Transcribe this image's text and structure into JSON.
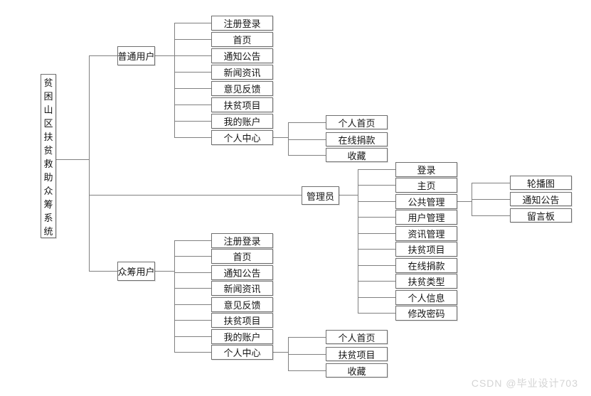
{
  "diagram": {
    "root": {
      "label": "贫困山区扶贫救助众筹系统"
    },
    "normal_user": {
      "label": "普通用户",
      "children": [
        "注册登录",
        "首页",
        "通知公告",
        "新闻资讯",
        "意见反馈",
        "扶贫项目",
        "我的账户",
        "个人中心"
      ],
      "personal_center": [
        "个人首页",
        "在线捐款",
        "收藏"
      ]
    },
    "admin": {
      "label": "管理员",
      "children": [
        "登录",
        "主页",
        "公共管理",
        "用户管理",
        "资讯管理",
        "扶贫项目",
        "在线捐款",
        "扶贫类型",
        "个人信息",
        "修改密码"
      ],
      "public_management": [
        "轮播图",
        "通知公告",
        "留言板"
      ]
    },
    "crowdfund_user": {
      "label": "众筹用户",
      "children": [
        "注册登录",
        "首页",
        "通知公告",
        "新闻资讯",
        "意见反馈",
        "扶贫项目",
        "我的账户",
        "个人中心"
      ],
      "personal_center": [
        "个人首页",
        "扶贫项目",
        "收藏"
      ]
    }
  },
  "watermark": {
    "text": "CSDN @毕业设计703"
  },
  "colors": {
    "background": "#ffffff",
    "line": "#808080",
    "box_border": "#6f6f6f",
    "text": "#141414",
    "watermark": "#d4d4d4"
  }
}
